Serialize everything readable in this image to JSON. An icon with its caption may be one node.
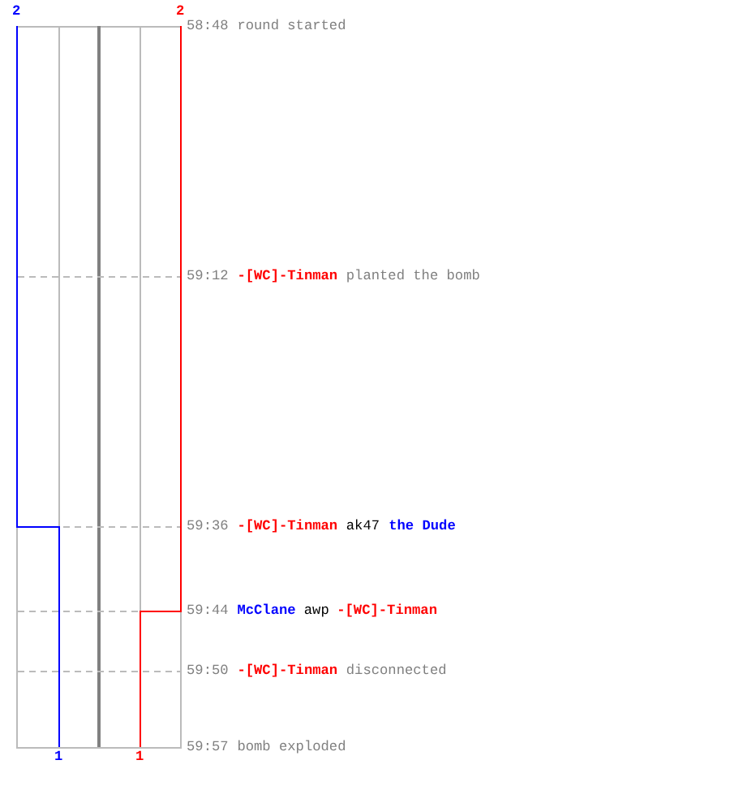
{
  "diagram": {
    "labels": [
      "2",
      "2",
      "58:48",
      "round started",
      "59:12",
      "-[WC]-Tinman",
      "planted the bomb",
      "59:36",
      "-[WC]-Tinman",
      "ak47",
      "the Dude",
      "59:44",
      "McClane",
      "awp",
      "-[WC]-Tinman",
      "59:50",
      "-[WC]-Tinman",
      "disconnected",
      "59:57",
      "bomb exploded",
      "1",
      "1"
    ]
  }
}
